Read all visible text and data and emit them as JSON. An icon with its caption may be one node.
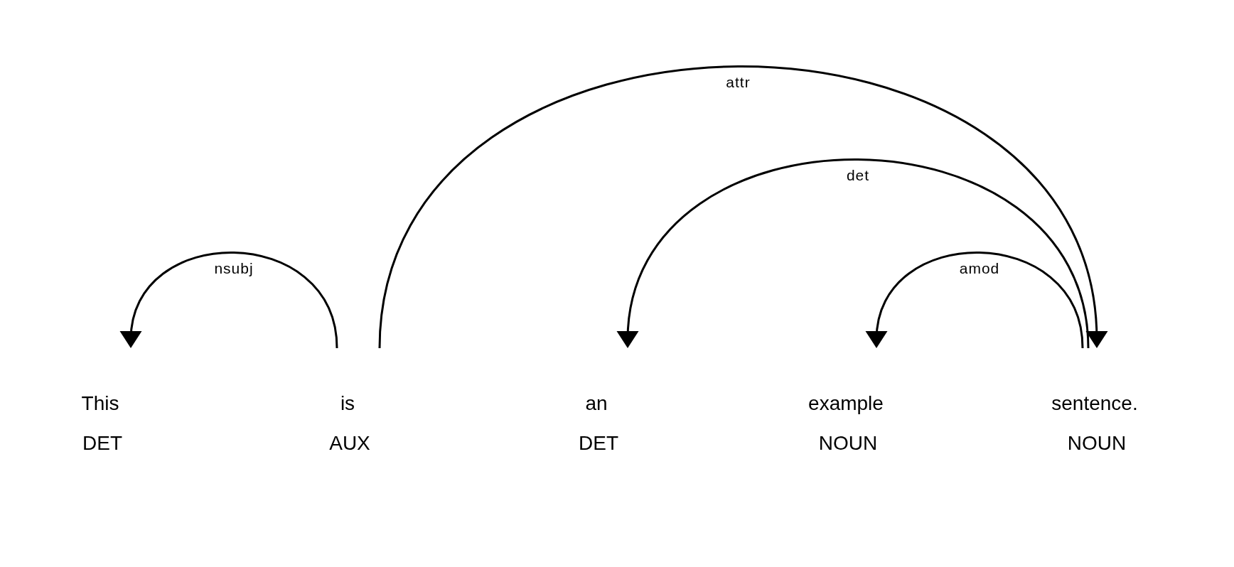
{
  "diagram": {
    "nodes": [
      {
        "text": [
          "This",
          "DET"
        ]
      },
      {
        "text": [
          "is",
          "AUX"
        ]
      },
      {
        "text": [
          "an",
          "DET"
        ]
      },
      {
        "text": [
          "example",
          "NOUN"
        ]
      },
      {
        "text": [
          "sentence.",
          "NOUN"
        ]
      }
    ],
    "edges": [
      {
        "from": 1,
        "to": 0,
        "arrow": "to",
        "label": "nsubj"
      },
      {
        "from": 1,
        "to": 4,
        "arrow": "to",
        "label": "attr"
      },
      {
        "from": 4,
        "to": 2,
        "arrow": "to",
        "label": "det"
      },
      {
        "from": 4,
        "to": 3,
        "arrow": "to",
        "label": "amod"
      }
    ]
  }
}
